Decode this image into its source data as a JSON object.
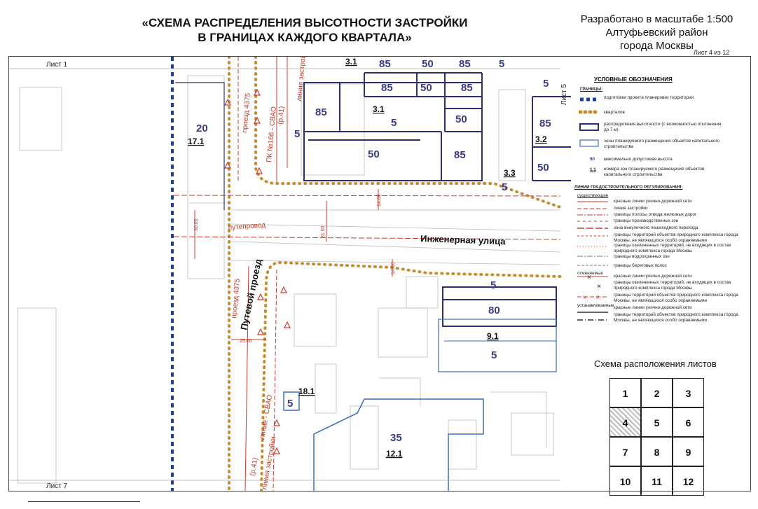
{
  "header": {
    "title_line1": "«СХЕМА РАСПРЕДЕЛЕНИЯ ВЫСОТНОСТИ ЗАСТРОЙКИ",
    "title_line2": "В ГРАНИЦАХ КАЖДОГО КВАРТАЛА»",
    "scale_line1": "Разработано в масштабе 1:500",
    "scale_line2": "Алтуфьевский район",
    "scale_line3": "города Москвы",
    "sheet_number": "Лист 4 из 12"
  },
  "map": {
    "sheet_refs": {
      "top": "Лист 1",
      "bottom": "Лист 7",
      "right": "Лист 5"
    },
    "streets": {
      "inzhenernaya": "Инженерная улица",
      "putevoy": "Путевой проезд",
      "proezd_4375_top": "проезд 4375",
      "proezd_4375_bottom": "проезд 4375",
      "puteprovod": "путепровод",
      "pk_label": "ПК №166 - СВАО",
      "r41": "(р.41)",
      "zastroyka_top": "линия застройки",
      "zastroyka_bottom": "линия застройки",
      "red_line_sw": "линия - СВАО",
      "r41_bottom": "(р.41)"
    },
    "dimensions": [
      "30.00",
      "31.00",
      "14.00",
      "14.00",
      "25.00"
    ],
    "zones": [
      {
        "id": "3.1",
        "label": "3.1",
        "heights": [
          "85",
          "50",
          "85",
          "85",
          "50",
          "85",
          "85",
          "5",
          "50",
          "50",
          "5",
          "85"
        ]
      },
      {
        "id": "3.2",
        "label": "3.2",
        "heights": [
          "5",
          "85",
          "50"
        ]
      },
      {
        "id": "3.3",
        "label": "3.3",
        "heights": [
          "5"
        ]
      },
      {
        "id": "17.1",
        "label": "17.1",
        "heights": [
          "20"
        ]
      },
      {
        "id": "9.1",
        "label": "9.1",
        "heights": [
          "5",
          "80",
          "5"
        ]
      },
      {
        "id": "18.1",
        "label": "18.1",
        "heights": [
          "5"
        ]
      },
      {
        "id": "12.1",
        "label": "12.1",
        "heights": [
          "35"
        ]
      }
    ],
    "top_zone_label": "3.1"
  },
  "legend": {
    "title": "УСЛОВНЫЕ ОБОЗНАЧЕНИЯ",
    "boundaries_head": "ГРАНИЦЫ:",
    "items": [
      "подготовки проекта планировки территории",
      "кварталов",
      "распределения высотности (с возможностью отклонения до 7 м)",
      "зоны планируемого размещения объектов капитального строительства",
      "максимально допустимая высота",
      "номера зон планируемого размещения объектов капитального строительства"
    ],
    "sample_height": "90",
    "sample_zone": "1.1",
    "regulation_head": "ЛИНИИ ГРАДОСТРОИТЕЛЬНОГО РЕГУЛИРОВАНИЯ:",
    "existing_head": "существующие",
    "reg_items": [
      "красные линии улично-дорожной сети",
      "линия застройки",
      "границы полосы отвода железных дорог",
      "границы производственных зон",
      "зона внеуличного пешеходного перехода",
      "границы территорий объектов природного комплекса города Москвы, не являющихся особо охраняемыми",
      "границы озелененных территорий, не входящих в состав природного комплекса города Москвы",
      "границы водоохранных зон",
      "границы береговых полос"
    ],
    "cancelled_head": "отменяемые",
    "cancel_items": [
      "красные линии улично-дорожной сети",
      "границы озелененных территорий, не входящих в состав природного комплекса города Москвы",
      "границы территорий объектов природного комплекса города Москвы, не являющихся особо охраняемыми"
    ],
    "established_head": "устанавливаемые",
    "est_items": [
      "красные линии улично-дорожной сети",
      "границы территорий объектов природного комплекса города Москвы, не являющихся особо охраняемыми"
    ]
  },
  "sheet_grid": {
    "title": "Схема расположения листов",
    "cells": [
      "1",
      "2",
      "3",
      "4",
      "5",
      "6",
      "7",
      "8",
      "9",
      "10",
      "11",
      "12"
    ],
    "highlighted": "4"
  },
  "colors": {
    "zone_border": "#2b2f7a",
    "zone_text": "#3a3a8a",
    "red_line": "#d23a2a",
    "dotted_boundary": "#c98a2a",
    "project_boundary": "#1f3f9a",
    "light_zone": "#3b6cc0"
  }
}
